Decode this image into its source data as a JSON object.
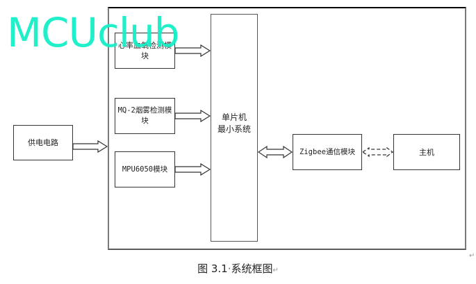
{
  "diagram": {
    "title": "系统框图",
    "blocks": {
      "heart_rate": "心率血氧检测模块",
      "smoke": "MQ-2烟雾检测模块",
      "mpu": "MPU6050模块",
      "power": "供电电路",
      "mcu_line1": "单片机",
      "mcu_line2": "最小系统",
      "zigbee": "Zigbee通信模块",
      "host": "主机"
    },
    "connections": [
      {
        "from": "心率血氧检测模块",
        "to": "单片机最小系统",
        "type": "one-way"
      },
      {
        "from": "MQ-2烟雾检测模块",
        "to": "单片机最小系统",
        "type": "one-way"
      },
      {
        "from": "MPU6050模块",
        "to": "单片机最小系统",
        "type": "one-way"
      },
      {
        "from": "供电电路",
        "to": "system-frame",
        "type": "one-way"
      },
      {
        "from": "单片机最小系统",
        "to": "Zigbee通信模块",
        "type": "two-way"
      },
      {
        "from": "Zigbee通信模块",
        "to": "主机",
        "type": "two-way-dashed"
      }
    ]
  },
  "caption": {
    "label": "图 3.1",
    "separator": "·",
    "text": "系统框图",
    "paragraph_mark": "↵"
  },
  "watermark": {
    "text": "MCUclub",
    "color": "#14f0c8"
  },
  "corner_mark": "↵"
}
